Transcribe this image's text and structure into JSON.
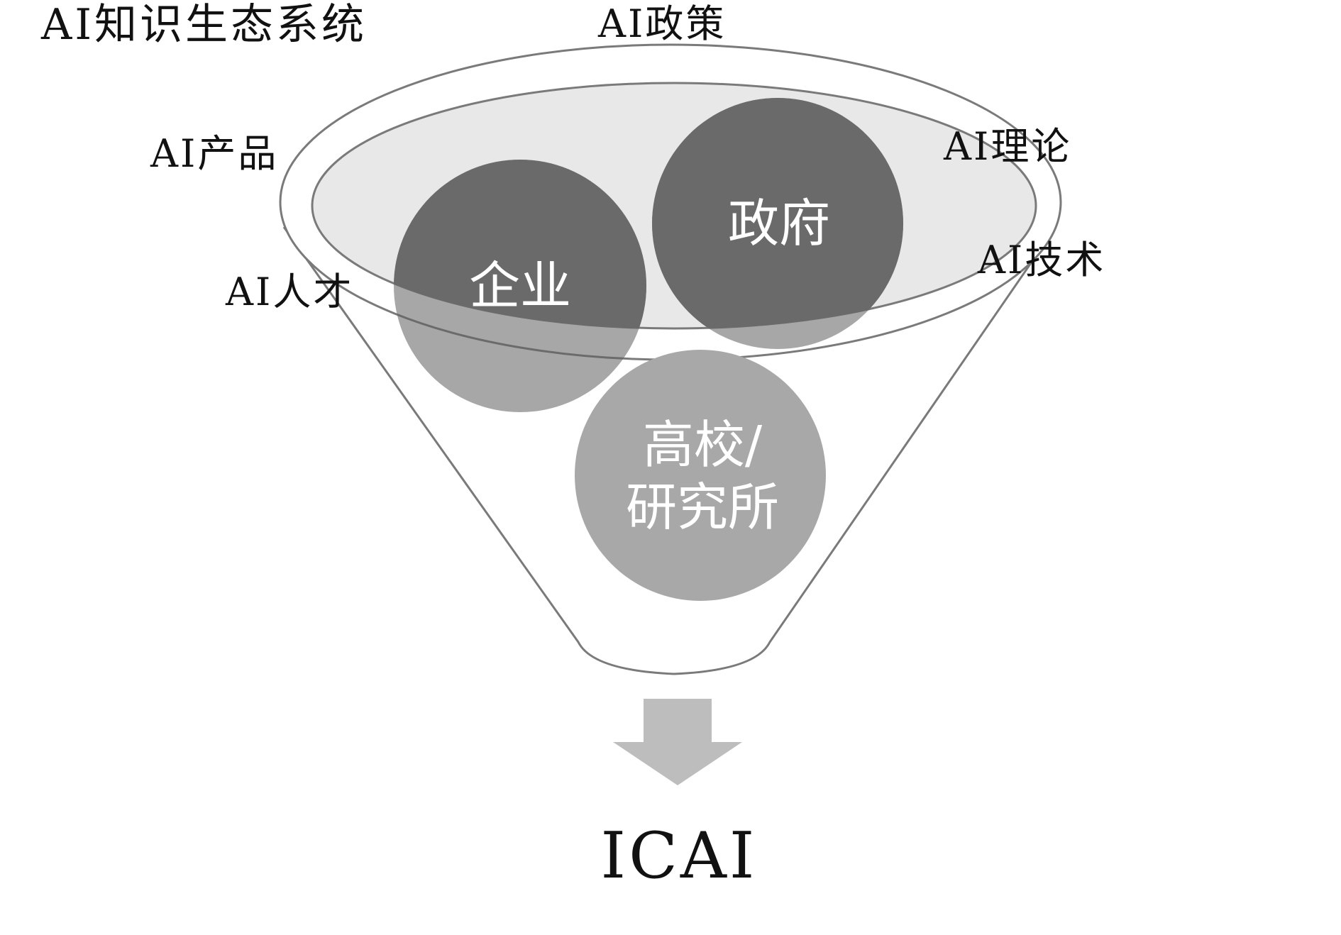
{
  "title": "AI知识生态系统",
  "inputs": {
    "policy": "AI政策",
    "product": "AI产品",
    "theory": "AI理论",
    "talent": "AI人才",
    "technology": "AI技术"
  },
  "actors": {
    "enterprise": "企业",
    "government": "政府",
    "university_line1": "高校/",
    "university_line2": "研究所"
  },
  "output": "ICAI",
  "colors": {
    "funnel_stroke": "#7a7a7a",
    "funnel_fill": "#ffffff",
    "inner_ellipse_fill": "#e8e8e8",
    "dark_circle": "#6e6e6e",
    "light_circle": "#a8a8a8",
    "arrow": "#bdbdbd"
  }
}
